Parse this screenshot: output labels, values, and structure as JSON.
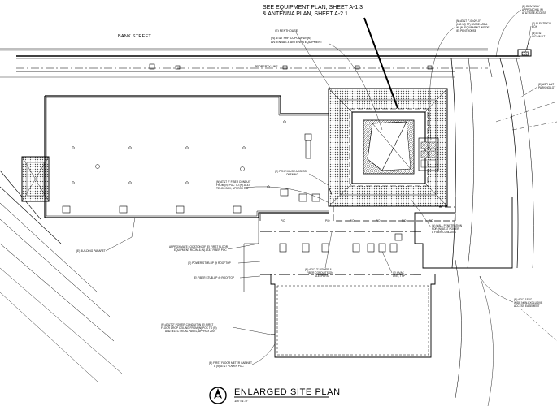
{
  "street": {
    "name": "BANK STREET",
    "property_line": "PROPERTY LINE"
  },
  "callout": {
    "line1": "SEE EQUIPMENT PLAN, SHEET A-1.3",
    "line2": "& ANTENNA PLAN, SHEET A-2.1"
  },
  "labels": {
    "penthouse": "(E) PENTHOUSE",
    "cupola": [
      "(N) AT&T FRP CUPOLA W/ (N)",
      "ANTENNAS & ANTENNA EQUIPMENT"
    ],
    "lease": [
      "(N) AT&T 7'-0\"x20'-0\"",
      "(140 SQ FT) LEASE AREA",
      "W/ (N) EQUIPMENT INSIDE",
      "(E) PENTHOUSE"
    ],
    "driveway": [
      "(E) DRIVEWAY",
      "APPROACH & (N)",
      "AT&T SITE ACCESS"
    ],
    "electrical_box": [
      "(E) ELECTRICAL",
      "BOX"
    ],
    "vault": [
      "(N) AT&T",
      "U/G VAULT"
    ],
    "asphalt": [
      "(E) ASPHALT",
      "PARKING LOT"
    ],
    "penthouse_access": [
      "(E) PENTHOUSE ACCESS",
      "OPENING"
    ],
    "fiber_conduit": [
      "(N) AT&T 2\" FIBER CONDUIT",
      "FROM (N) POC TO (N) AT&T",
      "TELCO BOX, APPROX 135'"
    ],
    "building_parapet": "(E) BUILDING PARAPET",
    "first_floor": [
      "APPROXIMATE LOCATION OF (E) FIRST FLOOR",
      "EQUIPMENT ROOM & (N) AT&T FIBER POC"
    ],
    "power_stub": "(E) POWER STUB-UP @ ROOFTOP",
    "fiber_stub": "(E) FIBER STUB-UP @ ROOFTOP",
    "power_fiber_conduits": [
      "(N) AT&T 2\" POWER &",
      "FIBER CONDUITS ON",
      "SLEEPERS"
    ],
    "hvac": [
      "(E) HVAC",
      "UNIT, TYP"
    ],
    "wall_penetration": [
      "(N) WALL PENETRATION",
      "FOR (N) AT&T POWER",
      "& FIBER CONDUITS"
    ],
    "easement": [
      "(N) AT&T 15'-0\"",
      "WIDE NON-EXCLUSIVE",
      "ACCESS EASEMENT"
    ],
    "power_conduit": [
      "(N) AT&T 2\" POWER CONDUIT IN (E) FIRST",
      "FLOOR DROP CEILING FROM (N) POC TO (N)",
      "AT&T ELECTRICAL PANEL, APPROX 200'"
    ],
    "meter_cabinet": [
      "(E) FIRST FLOOR METER CABINET",
      "& (N) AT&T POWER POC"
    ],
    "conduit_tag": "P/O"
  },
  "title": {
    "text": "ENLARGED SITE PLAN",
    "scale": "1/8\"=1'-0\""
  }
}
